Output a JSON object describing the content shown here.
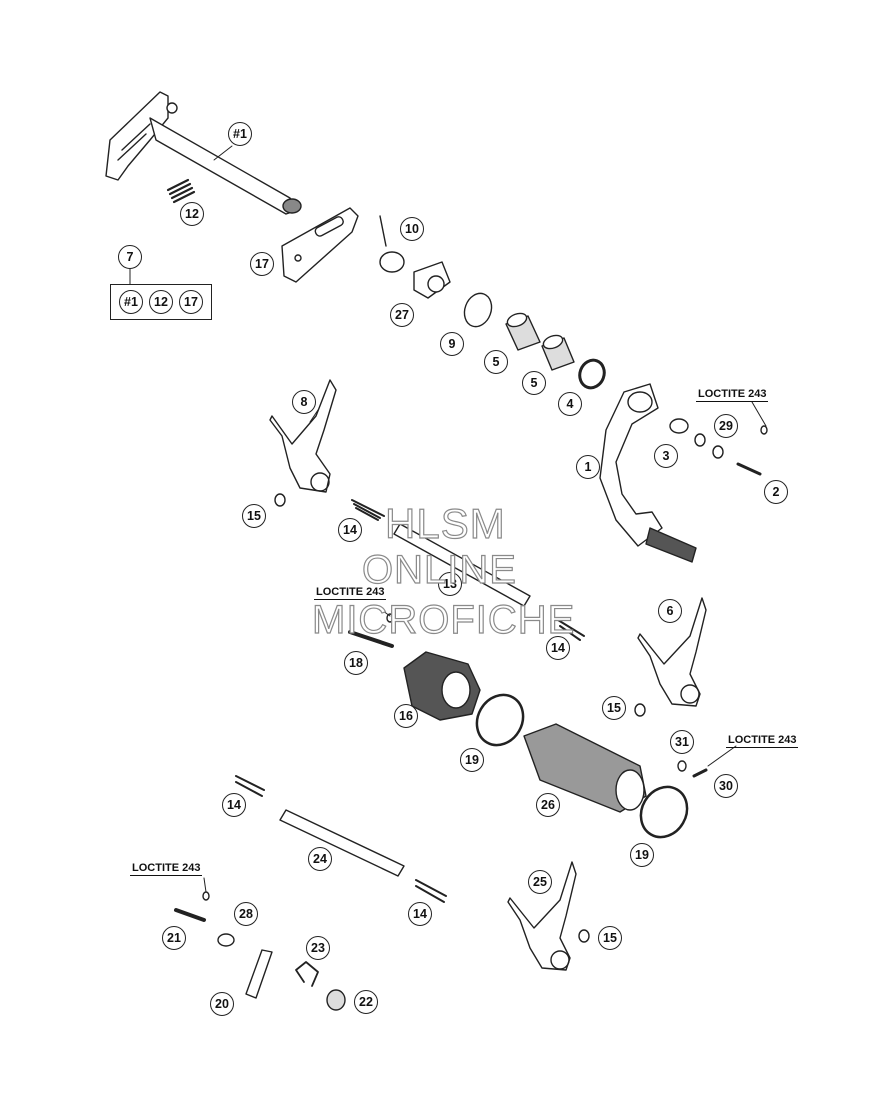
{
  "labels": {
    "p1": "1",
    "p2": "2",
    "p3": "3",
    "p4": "4",
    "p5a": "5",
    "p5b": "5",
    "p6": "6",
    "p7": "7",
    "p8": "8",
    "p9": "9",
    "p10": "10",
    "p12": "12",
    "p13": "13",
    "p14a": "14",
    "p14b": "14",
    "p14c": "14",
    "p14d": "14",
    "p15a": "15",
    "p15b": "15",
    "p15c": "15",
    "p16": "16",
    "p17": "17",
    "p18": "18",
    "p19a": "19",
    "p19b": "19",
    "p20": "20",
    "p21": "21",
    "p22": "22",
    "p23": "23",
    "p24": "24",
    "p25": "25",
    "p26": "26",
    "p27": "27",
    "p28": "28",
    "p29": "29",
    "p30": "30",
    "p31": "31",
    "h1": "#1"
  },
  "kit": {
    "items": [
      "#1",
      "12",
      "17"
    ]
  },
  "loctite": {
    "label": "LOCTITE 243"
  },
  "watermark": {
    "line1": "HLSM",
    "line2": "ONLINE",
    "line3": "MICROFICHE"
  }
}
